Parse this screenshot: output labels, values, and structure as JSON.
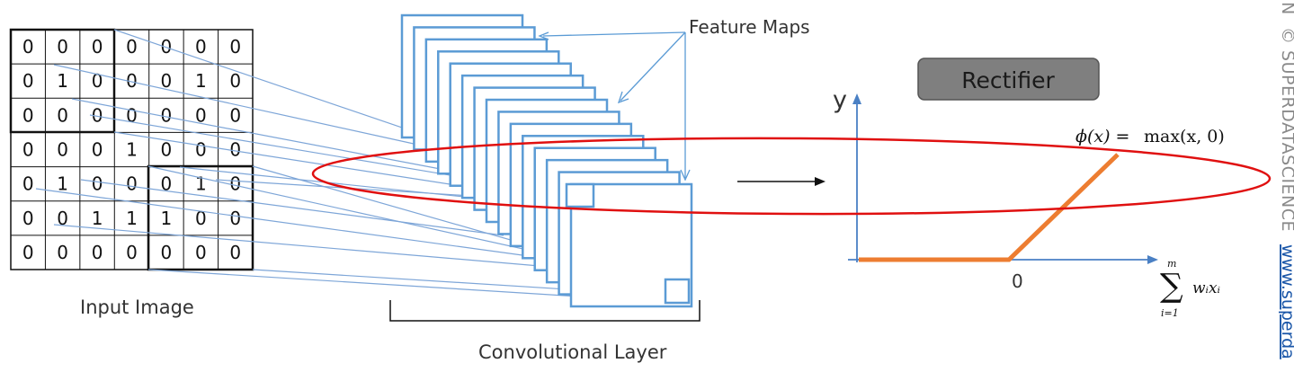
{
  "matrix": [
    [
      "0",
      "0",
      "0",
      "0",
      "0",
      "0",
      "0"
    ],
    [
      "0",
      "1",
      "0",
      "0",
      "0",
      "1",
      "0"
    ],
    [
      "0",
      "0",
      "0",
      "0",
      "0",
      "0",
      "0"
    ],
    [
      "0",
      "0",
      "0",
      "1",
      "0",
      "0",
      "0"
    ],
    [
      "0",
      "1",
      "0",
      "0",
      "0",
      "1",
      "0"
    ],
    [
      "0",
      "0",
      "1",
      "1",
      "1",
      "0",
      "0"
    ],
    [
      "0",
      "0",
      "0",
      "0",
      "0",
      "0",
      "0"
    ]
  ],
  "labels": {
    "input_image": "Input Image",
    "convolutional_layer": "Convolutional Layer",
    "feature_maps": "Feature Maps",
    "rectifier": "Rectifier",
    "y_axis": "y",
    "x_origin": "0",
    "phi_lhs": "ϕ(x) =",
    "phi_rhs": "max(x, 0)",
    "sum_top": "m",
    "sum_symbol": "∑",
    "sum_term": "wᵢxᵢ",
    "sum_bottom": "i=1"
  },
  "watermark": {
    "brand": "© SUPERDATASCIENCE",
    "url": "www.superda",
    "prefix": "N"
  },
  "colors": {
    "map_stroke": "#5b9bd5",
    "line_stroke": "#7ea6d8",
    "relu": "#ed7d31",
    "ellipse": "#e01010",
    "axis": "#4a80c4",
    "button_bg": "#7f7f7f",
    "grid_line": "#111111"
  }
}
